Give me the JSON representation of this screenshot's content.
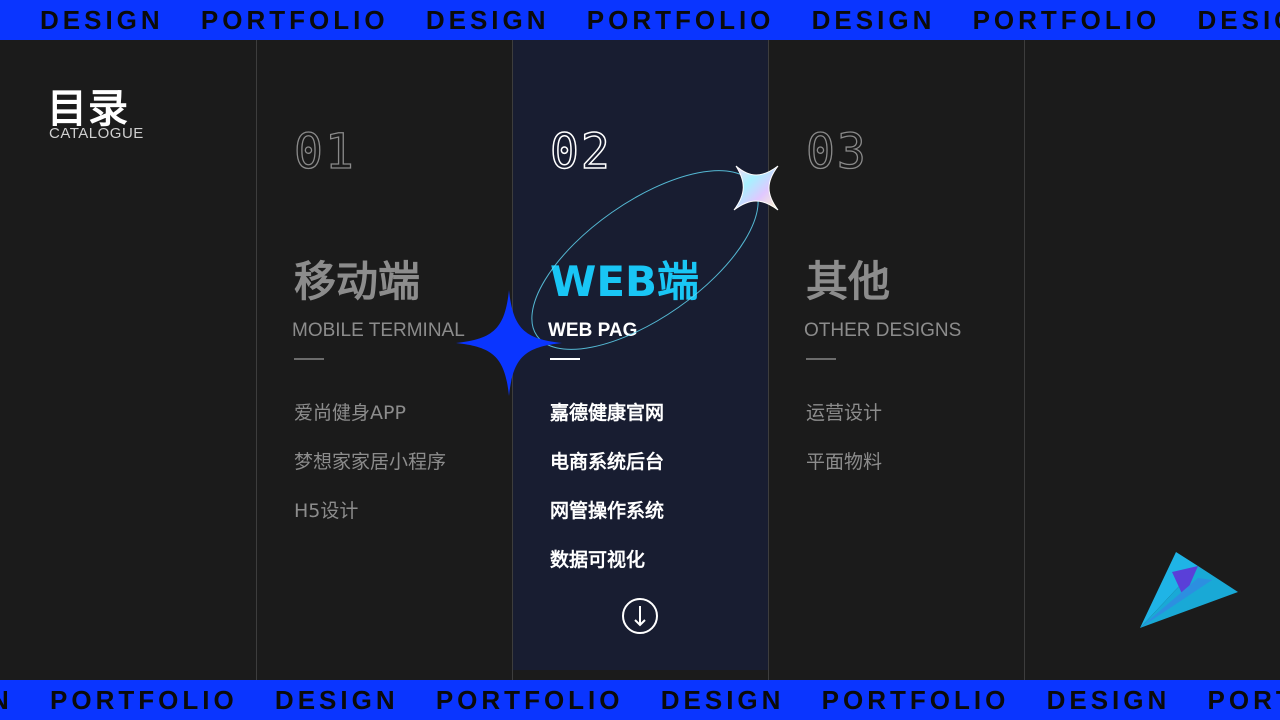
{
  "banner": {
    "words_top": [
      "DESIGN",
      "PORTFOLIO",
      "DESIGN",
      "PORTFOLIO",
      "DESIGN",
      "PORTFOLIO",
      "DESIGN"
    ],
    "words_bottom": [
      "N",
      "PORTFOLIO",
      "DESIGN",
      "PORTFOLIO",
      "DESIGN",
      "PORTFOLIO",
      "DESIGN",
      "PORTFOLIO"
    ]
  },
  "catalogue": {
    "title": "目录",
    "subtitle": "CATALOGUE"
  },
  "sections": [
    {
      "number": "01",
      "title_zh": "移动端",
      "title_en": "MOBILE TERMINAL",
      "items": [
        "爱尚健身APP",
        "梦想家家居小程序",
        "H5设计"
      ]
    },
    {
      "number": "02",
      "title_zh": "WEB端",
      "title_en": "WEB PAG",
      "items": [
        "嘉德健康官网",
        "电商系统后台",
        "网管操作系统",
        "数据可视化"
      ]
    },
    {
      "number": "03",
      "title_zh": "其他",
      "title_en": "OTHER DESIGNS",
      "items": [
        "运营设计",
        "平面物料"
      ]
    }
  ],
  "icons": {
    "down": "arrow-down-circle-icon",
    "star_blue": "four-point-star-icon",
    "star_holo": "holographic-star-icon",
    "plane": "paper-plane-icon"
  },
  "colors": {
    "banner": "#0a35ff",
    "background": "#1b1b1b",
    "highlight_column": "#181d31",
    "accent_cyan": "#19c6f5",
    "muted_text": "#8c8c8c"
  }
}
